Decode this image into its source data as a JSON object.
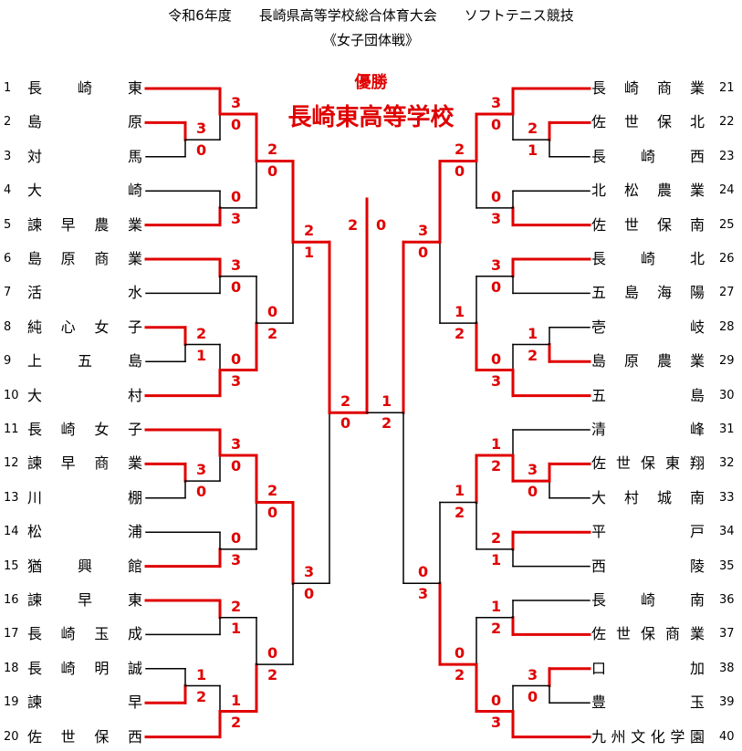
{
  "header": {
    "title": "令和6年度　　長崎県高等学校総合体育大会　　ソフトテニス競技",
    "subtitle": "《女子団体戦》"
  },
  "champion": {
    "label": "優勝",
    "name": "長崎東高等学校"
  },
  "colors": {
    "win": "#e00000",
    "line": "#000000"
  },
  "teams_left": [
    {
      "no": "1",
      "name": "長崎東"
    },
    {
      "no": "2",
      "name": "島原"
    },
    {
      "no": "3",
      "name": "対馬"
    },
    {
      "no": "4",
      "name": "大崎"
    },
    {
      "no": "5",
      "name": "諫早農業"
    },
    {
      "no": "6",
      "name": "島原商業"
    },
    {
      "no": "7",
      "name": "活水"
    },
    {
      "no": "8",
      "name": "純心女子"
    },
    {
      "no": "9",
      "name": "上五島"
    },
    {
      "no": "10",
      "name": "大村"
    },
    {
      "no": "11",
      "name": "長崎女子"
    },
    {
      "no": "12",
      "name": "諫早商業"
    },
    {
      "no": "13",
      "name": "川棚"
    },
    {
      "no": "14",
      "name": "松浦"
    },
    {
      "no": "15",
      "name": "猶興館"
    },
    {
      "no": "16",
      "name": "諫早東"
    },
    {
      "no": "17",
      "name": "長崎玉成"
    },
    {
      "no": "18",
      "name": "長崎明誠"
    },
    {
      "no": "19",
      "name": "諫早"
    },
    {
      "no": "20",
      "name": "佐世保西"
    }
  ],
  "teams_right": [
    {
      "no": "21",
      "name": "長崎商業"
    },
    {
      "no": "22",
      "name": "佐世保北"
    },
    {
      "no": "23",
      "name": "長崎西"
    },
    {
      "no": "24",
      "name": "北松農業"
    },
    {
      "no": "25",
      "name": "佐世保南"
    },
    {
      "no": "26",
      "name": "長崎北"
    },
    {
      "no": "27",
      "name": "五島海陽"
    },
    {
      "no": "28",
      "name": "壱岐"
    },
    {
      "no": "29",
      "name": "島原農業"
    },
    {
      "no": "30",
      "name": "五島"
    },
    {
      "no": "31",
      "name": "清峰"
    },
    {
      "no": "32",
      "name": "佐世保東翔"
    },
    {
      "no": "33",
      "name": "大村城南"
    },
    {
      "no": "34",
      "name": "平戸"
    },
    {
      "no": "35",
      "name": "西陵"
    },
    {
      "no": "36",
      "name": "長崎南"
    },
    {
      "no": "37",
      "name": "佐世保商業"
    },
    {
      "no": "38",
      "name": "口加"
    },
    {
      "no": "39",
      "name": "豊玉"
    },
    {
      "no": "40",
      "name": "九州文化学園"
    }
  ],
  "matches": [
    {
      "id": "L1a",
      "side": "L",
      "top": "t1",
      "bot": "Lm1",
      "scores": [
        "3",
        "0"
      ],
      "winner": "top"
    },
    {
      "id": "Lm1",
      "side": "L",
      "top": "t2",
      "bot": "t3",
      "scores": [
        "3",
        "0"
      ],
      "winner": "top"
    },
    {
      "id": "Lb1",
      "side": "L",
      "top": "t4",
      "bot": "t5",
      "scores": [
        "0",
        "3"
      ],
      "winner": "bot"
    },
    {
      "id": "Lc1",
      "side": "L",
      "top": "L1a",
      "bot": "Lb1",
      "scores": [
        "2",
        "0"
      ],
      "winner": "top"
    },
    {
      "id": "Lb2",
      "side": "L",
      "top": "t6",
      "bot": "t7",
      "scores": [
        "3",
        "0"
      ],
      "winner": "top"
    },
    {
      "id": "Lm2",
      "side": "L",
      "top": "t8",
      "bot": "t9",
      "scores": [
        "2",
        "1"
      ],
      "winner": "top"
    },
    {
      "id": "L2a",
      "side": "L",
      "top": "Lm2",
      "bot": "t10",
      "scores": [
        "0",
        "3"
      ],
      "winner": "bot"
    },
    {
      "id": "Lc2",
      "side": "L",
      "top": "Lb2",
      "bot": "L2a",
      "scores": [
        "0",
        "2"
      ],
      "winner": "bot"
    },
    {
      "id": "Ld1",
      "side": "L",
      "top": "Lc1",
      "bot": "Lc2",
      "scores": [
        "2",
        "1"
      ],
      "winner": "top"
    },
    {
      "id": "L3a",
      "side": "L",
      "top": "t11",
      "bot": "Lm3",
      "scores": [
        "3",
        "0"
      ],
      "winner": "top"
    },
    {
      "id": "Lm3",
      "side": "L",
      "top": "t12",
      "bot": "t13",
      "scores": [
        "3",
        "0"
      ],
      "winner": "top"
    },
    {
      "id": "Lb3",
      "side": "L",
      "top": "t14",
      "bot": "t15",
      "scores": [
        "0",
        "3"
      ],
      "winner": "bot"
    },
    {
      "id": "Lc3",
      "side": "L",
      "top": "L3a",
      "bot": "Lb3",
      "scores": [
        "2",
        "0"
      ],
      "winner": "top"
    },
    {
      "id": "Lb4",
      "side": "L",
      "top": "t16",
      "bot": "t17",
      "scores": [
        "2",
        "1"
      ],
      "winner": "top"
    },
    {
      "id": "Lm4",
      "side": "L",
      "top": "t18",
      "bot": "t19",
      "scores": [
        "1",
        "2"
      ],
      "winner": "bot"
    },
    {
      "id": "L4a",
      "side": "L",
      "top": "Lm4",
      "bot": "t20",
      "scores": [
        "1",
        "2"
      ],
      "winner": "bot"
    },
    {
      "id": "Lc4",
      "side": "L",
      "top": "Lb4",
      "bot": "L4a",
      "scores": [
        "0",
        "2"
      ],
      "winner": "bot"
    },
    {
      "id": "Ld2",
      "side": "L",
      "top": "Lc3",
      "bot": "Lc4",
      "scores": [
        "3",
        "0"
      ],
      "winner": "top"
    },
    {
      "id": "Le",
      "side": "L",
      "top": "Ld1",
      "bot": "Ld2",
      "scores": [
        "2",
        "0"
      ],
      "winner": "top"
    },
    {
      "id": "R1a",
      "side": "R",
      "top": "t21",
      "bot": "Rm1",
      "scores": [
        "3",
        "0"
      ],
      "winner": "top"
    },
    {
      "id": "Rm1",
      "side": "R",
      "top": "t22",
      "bot": "t23",
      "scores": [
        "2",
        "1"
      ],
      "winner": "top"
    },
    {
      "id": "Rb1",
      "side": "R",
      "top": "t24",
      "bot": "t25",
      "scores": [
        "0",
        "3"
      ],
      "winner": "bot"
    },
    {
      "id": "Rc1",
      "side": "R",
      "top": "R1a",
      "bot": "Rb1",
      "scores": [
        "2",
        "0"
      ],
      "winner": "top"
    },
    {
      "id": "Rb2",
      "side": "R",
      "top": "t26",
      "bot": "t27",
      "scores": [
        "3",
        "0"
      ],
      "winner": "top"
    },
    {
      "id": "Rm2",
      "side": "R",
      "top": "t28",
      "bot": "t29",
      "scores": [
        "1",
        "2"
      ],
      "winner": "bot"
    },
    {
      "id": "R2a",
      "side": "R",
      "top": "Rm2",
      "bot": "t30",
      "scores": [
        "0",
        "3"
      ],
      "winner": "bot"
    },
    {
      "id": "Rc2",
      "side": "R",
      "top": "Rb2",
      "bot": "R2a",
      "scores": [
        "1",
        "2"
      ],
      "winner": "bot"
    },
    {
      "id": "Rd1",
      "side": "R",
      "top": "Rc1",
      "bot": "Rc2",
      "scores": [
        "3",
        "0"
      ],
      "winner": "top"
    },
    {
      "id": "R3a",
      "side": "R",
      "top": "t31",
      "bot": "Rm3",
      "scores": [
        "1",
        "2"
      ],
      "winner": "bot"
    },
    {
      "id": "Rm3",
      "side": "R",
      "top": "t32",
      "bot": "t33",
      "scores": [
        "3",
        "0"
      ],
      "winner": "top"
    },
    {
      "id": "Rb3",
      "side": "R",
      "top": "t34",
      "bot": "t35",
      "scores": [
        "2",
        "1"
      ],
      "winner": "top"
    },
    {
      "id": "Rc3",
      "side": "R",
      "top": "R3a",
      "bot": "Rb3",
      "scores": [
        "1",
        "2"
      ],
      "winner": "top"
    },
    {
      "id": "Rb4",
      "side": "R",
      "top": "t36",
      "bot": "t37",
      "scores": [
        "1",
        "2"
      ],
      "winner": "bot"
    },
    {
      "id": "Rm4",
      "side": "R",
      "top": "t38",
      "bot": "t39",
      "scores": [
        "3",
        "0"
      ],
      "winner": "top"
    },
    {
      "id": "R4a",
      "side": "R",
      "top": "Rm4",
      "bot": "t40",
      "scores": [
        "0",
        "3"
      ],
      "winner": "bot"
    },
    {
      "id": "Rc4",
      "side": "R",
      "top": "Rb4",
      "bot": "R4a",
      "scores": [
        "0",
        "2"
      ],
      "winner": "bot"
    },
    {
      "id": "Rd2",
      "side": "R",
      "top": "Rc3",
      "bot": "Rc4",
      "scores": [
        "0",
        "3"
      ],
      "winner": "bot"
    },
    {
      "id": "Re",
      "side": "R",
      "top": "Rd1",
      "bot": "Rd2",
      "scores": [
        "1",
        "2"
      ],
      "winner": "top"
    }
  ],
  "final": {
    "scores": [
      "2",
      "0"
    ],
    "winner": "left"
  }
}
